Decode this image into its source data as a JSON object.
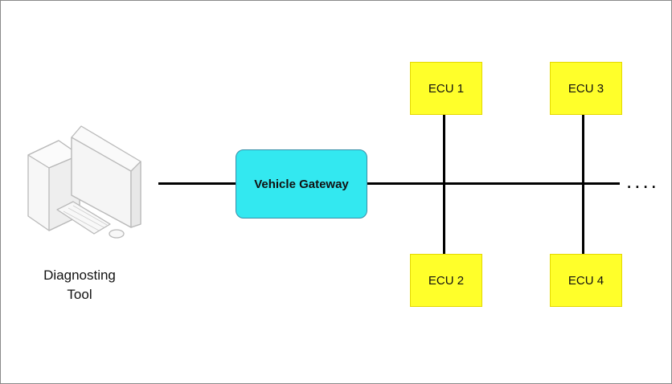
{
  "diagram": {
    "gateway": {
      "label": "Vehicle Gateway",
      "color": "#33e8f0"
    },
    "ecus": [
      {
        "label": "ECU 1"
      },
      {
        "label": "ECU 2"
      },
      {
        "label": "ECU 3"
      },
      {
        "label": "ECU 4"
      }
    ],
    "ecu_color": "#ffff2a",
    "tool": {
      "line1": "Diagnosting",
      "line2": "Tool",
      "icon": "desktop-computer-icon"
    },
    "continuation": "...."
  }
}
